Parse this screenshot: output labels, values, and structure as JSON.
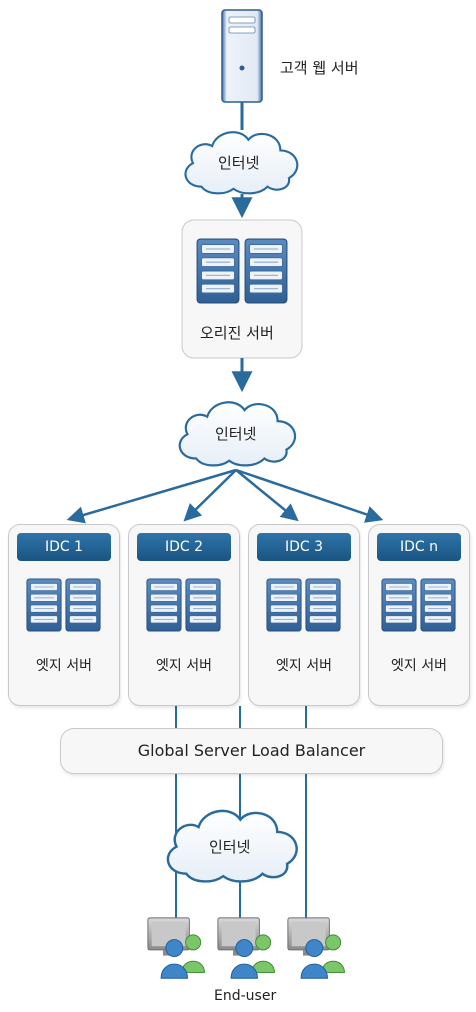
{
  "colors": {
    "arrow": "#2a6b9e",
    "idc_header": "#1f5f93",
    "box_fill": "#f7f7f8",
    "box_border": "#c9c9cc"
  },
  "customer_server": {
    "label": "고객 웹 서버",
    "icon": "tower-server-icon"
  },
  "internet_top": {
    "label": "인터넷",
    "icon": "cloud-icon"
  },
  "origin": {
    "label": "오리진 서버",
    "icon": "rack-server-icon"
  },
  "internet_mid": {
    "label": "인터넷",
    "icon": "cloud-icon"
  },
  "idcs": [
    {
      "title": "IDC 1",
      "label": "엣지 서버"
    },
    {
      "title": "IDC 2",
      "label": "엣지 서버"
    },
    {
      "title": "IDC 3",
      "label": "엣지 서버"
    },
    {
      "title": "IDC n",
      "label": "엣지 서버"
    }
  ],
  "load_balancer": {
    "label": "Global Server Load Balancer"
  },
  "internet_bottom": {
    "label": "인터넷",
    "icon": "cloud-icon"
  },
  "end_user": {
    "label": "End-user",
    "icon": "user-computer-icon"
  }
}
